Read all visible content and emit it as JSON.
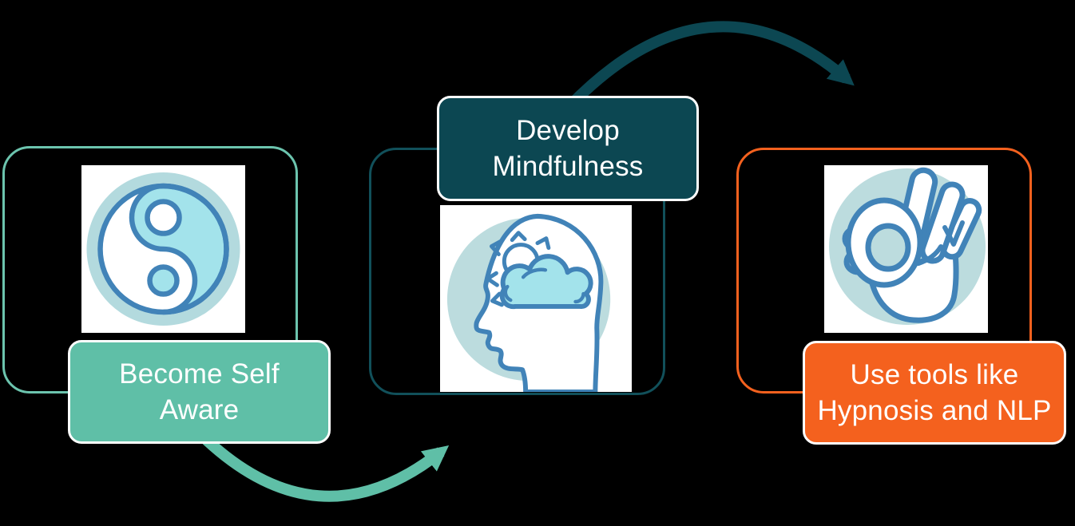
{
  "colors": {
    "background": "#000000",
    "teal": "#5FBFA7",
    "teal_light": "#6CC4AE",
    "dark_teal": "#0C4752",
    "dark_teal_light": "#11505A",
    "orange": "#F4611E",
    "label_text": "#FFFFFF",
    "icon_blue": "#4183B8",
    "icon_cyan": "#A3E3EB",
    "icon_circle": "#BCDCDE",
    "yinyang_ring": "#B3DADE",
    "tile_bg": "#FFFFFF"
  },
  "steps": [
    {
      "name": "become-self-aware",
      "label_line1": "Become Self",
      "label_line2": "Aware",
      "icon": "yin-yang-icon",
      "accent": "#5FBFA7"
    },
    {
      "name": "develop-mindfulness",
      "label_line1": "Develop",
      "label_line2": "Mindfulness",
      "icon": "mindful-head-icon",
      "accent": "#0C4752"
    },
    {
      "name": "use-tools-hypnosis-nlp",
      "label_line1": "Use tools like",
      "label_line2": "Hypnosis and NLP",
      "icon": "ok-hand-icon",
      "accent": "#F4611E"
    }
  ],
  "arrows": [
    {
      "name": "arrow-self-aware-to-mindfulness",
      "from": "become-self-aware",
      "to": "develop-mindfulness",
      "color": "#5FBFA7"
    },
    {
      "name": "arrow-mindfulness-to-tools",
      "from": "develop-mindfulness",
      "to": "use-tools-hypnosis-nlp",
      "color": "#0C4752"
    }
  ]
}
